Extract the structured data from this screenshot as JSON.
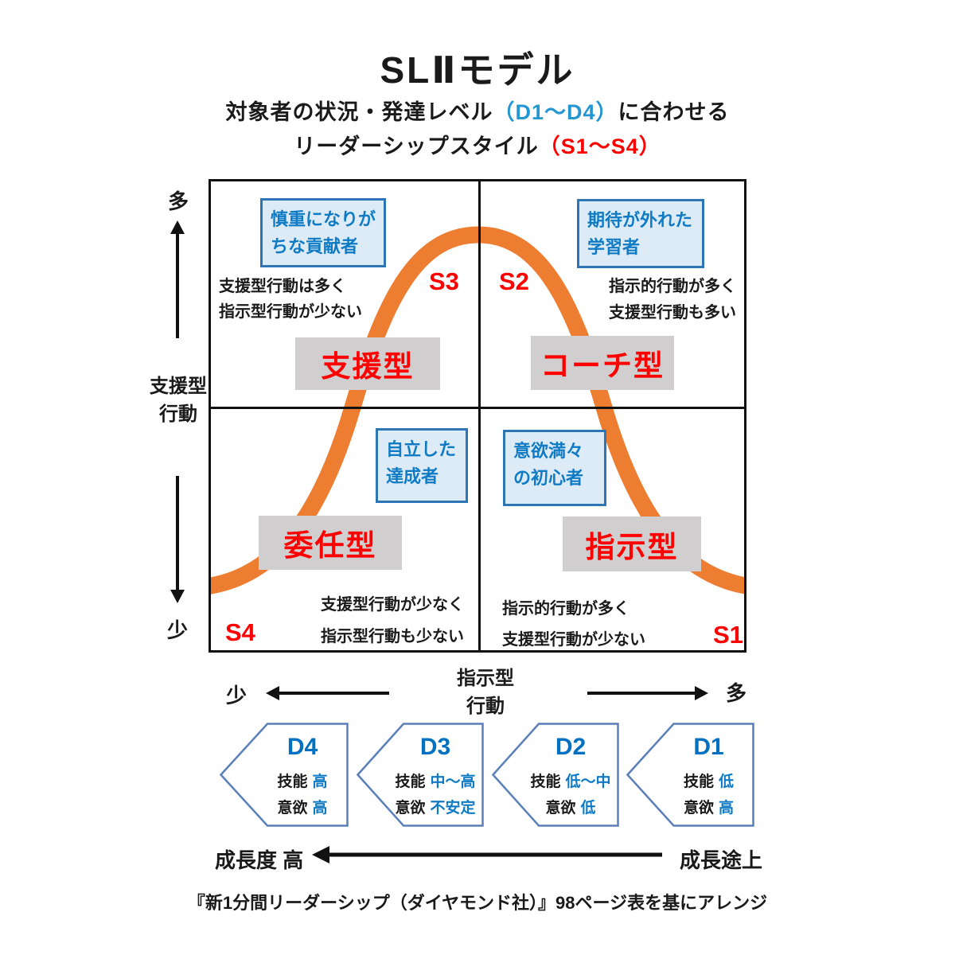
{
  "title": "SLⅡモデル",
  "subtitle": {
    "line1_text": "対象者の状況・発達レベル",
    "line1_highlight": "（D1～D4）",
    "line1_suffix": "に合わせる",
    "line2_text": "リーダーシップスタイル",
    "line2_highlight": "（S1～S4）"
  },
  "axes": {
    "support": {
      "name_line1": "支援型",
      "name_line2": "行動",
      "high": "多",
      "low": "少"
    },
    "directive": {
      "name_line1": "指示型",
      "name_line2": "行動",
      "low": "少",
      "high": "多"
    }
  },
  "quadrants": {
    "s3": {
      "code": "S3",
      "style": "支援型",
      "persona_line1": "慎重になりが",
      "persona_line2": "ちな貢献者",
      "desc_line1": "支援型行動は多く",
      "desc_line2": "指示型行動が少ない"
    },
    "s2": {
      "code": "S2",
      "style": "コーチ型",
      "persona_line1": "期待が外れた",
      "persona_line2": "学習者",
      "desc_line1": "指示的行動が多く",
      "desc_line2": "支援型行動も多い"
    },
    "s4": {
      "code": "S4",
      "style": "委任型",
      "persona_line1": "自立した",
      "persona_line2": "達成者",
      "desc_line1": "支援型行動が少なく",
      "desc_line2": "指示型行動も少ない"
    },
    "s1": {
      "code": "S1",
      "style": "指示型",
      "persona_line1": "意欲満々",
      "persona_line2": "の初心者",
      "desc_line1": "指示的行動が多く",
      "desc_line2": "支援型行動が少ない"
    }
  },
  "development_levels": {
    "d4": {
      "code": "D4",
      "skill_label": "技能",
      "skill_value": "高",
      "will_label": "意欲",
      "will_value": "高"
    },
    "d3": {
      "code": "D3",
      "skill_label": "技能",
      "skill_value": "中～高",
      "will_label": "意欲",
      "will_value": "不安定"
    },
    "d2": {
      "code": "D2",
      "skill_label": "技能",
      "skill_value": "低～中",
      "will_label": "意欲",
      "will_value": "低"
    },
    "d1": {
      "code": "D1",
      "skill_label": "技能",
      "skill_value": "低",
      "will_label": "意欲",
      "will_value": "高"
    }
  },
  "growth_scale": {
    "high_label": "成長度 高",
    "start_label": "成長途上"
  },
  "citation": "『新1分間リーダーシップ（ダイヤモンド社）』98ページ表を基にアレンジ",
  "colors": {
    "curve_orange": "#ED7D31",
    "style_red": "#FF0000",
    "persona_blue_text": "#0F7BC4",
    "persona_blue_border": "#2E75B6",
    "persona_blue_fill": "#DDEBF7",
    "style_box_gray": "#D0CECE",
    "chevron_border_blue": "#5B7FB9",
    "level_blue": "#0070C0"
  }
}
